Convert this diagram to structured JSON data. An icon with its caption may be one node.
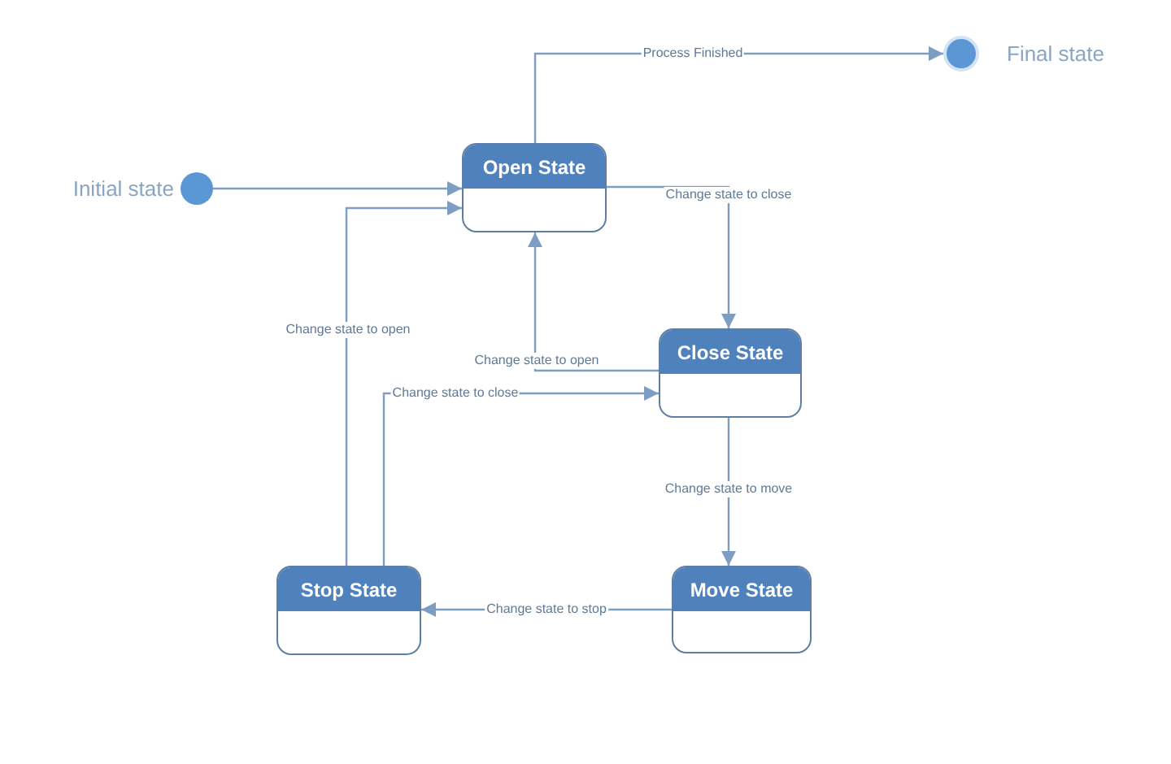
{
  "diagram": {
    "nodes": [
      {
        "text": [],
        "shape": "circle",
        "beside": [
          "Initial state"
        ]
      },
      {
        "text": [
          "Open State"
        ]
      },
      {
        "text": [],
        "shape": "circle",
        "beside": [
          "Final state"
        ]
      },
      {
        "text": [
          "Close State"
        ]
      },
      {
        "text": [
          "Stop State"
        ]
      },
      {
        "text": [
          "Move State"
        ]
      }
    ],
    "edges": [
      {
        "from": 0,
        "to": 1,
        "arrow": "to"
      },
      {
        "from": 1,
        "to": 2,
        "arrow": "to",
        "label": "Process Finished"
      },
      {
        "from": 1,
        "to": 3,
        "arrow": "to",
        "label": "Change state to close"
      },
      {
        "from": 3,
        "to": 1,
        "arrow": "to",
        "label": "Change state to open"
      },
      {
        "from": 3,
        "to": 5,
        "arrow": "to",
        "label": "Change state to move"
      },
      {
        "from": 5,
        "to": 4,
        "arrow": "to",
        "label": "Change state to stop"
      },
      {
        "from": 4,
        "to": 1,
        "arrow": "to",
        "label": "Change state to open"
      },
      {
        "from": 4,
        "to": 3,
        "arrow": "to",
        "label": "Change state to close"
      }
    ]
  }
}
